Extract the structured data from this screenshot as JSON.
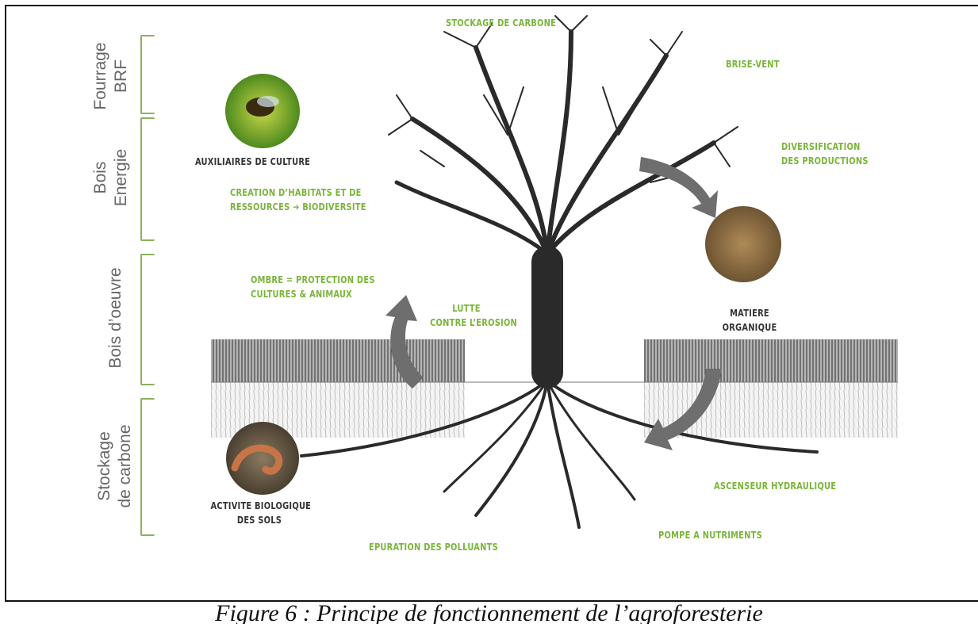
{
  "figure": {
    "caption": "Figure 6 : Principe de fonctionnement de l’agroforesterie",
    "side_labels": {
      "fourrage": [
        "Fourrage",
        "BRF"
      ],
      "bois_energie": [
        "Bois",
        "Energie"
      ],
      "bois_oeuvre": [
        "Bois d’oeuvre"
      ],
      "stockage": [
        "Stockage",
        "de carbone"
      ]
    },
    "labels": {
      "stockage_carbone": "STOCKAGE DE CARBONE",
      "brise_vent": "BRISE-VENT",
      "diversification": [
        "DIVERSIFICATION",
        "DES PRODUCTIONS"
      ],
      "auxiliaires": "AUXILIAIRES DE CULTURE",
      "habitats": [
        "CREATION D’HABITATS ET DE",
        "RESSOURCES ➔ BIODIVERSITE"
      ],
      "ombre": [
        "OMBRE = PROTECTION DES",
        "CULTURES & ANIMAUX"
      ],
      "lutte": [
        "LUTTE",
        "CONTRE L’EROSION"
      ],
      "matiere": [
        "MATIERE",
        "ORGANIQUE"
      ],
      "activite": [
        "ACTIVITE BIOLOGIQUE",
        "DES SOLS"
      ],
      "ascenseur": "ASCENSEUR HYDRAULIQUE",
      "pompe": "POMPE A NUTRIMENTS",
      "epuration": "EPURATION DES POLLUANTS"
    },
    "colors": {
      "green_text": "#7ab53a",
      "dark_text": "#333333",
      "bracket": "#8db060",
      "arrow": "#6e6e6e"
    }
  }
}
